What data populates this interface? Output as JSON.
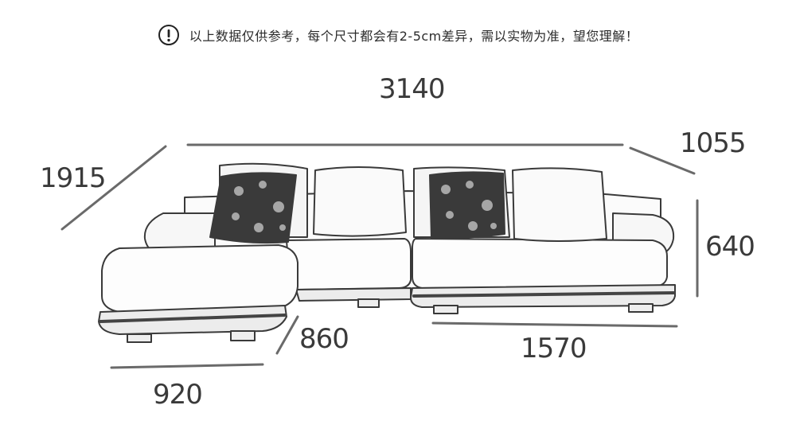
{
  "notice": {
    "icon": "exclamation-circle-icon",
    "text": "以上数据仅供参考，每个尺寸都会有2-5cm差异，需以实物为准，望您理解！"
  },
  "dimensions": {
    "total_length": "3140",
    "total_depth": "1055",
    "chaise_length": "1915",
    "height": "640",
    "chaise_depth": "860",
    "seat_length": "1570",
    "chaise_width": "920"
  },
  "colors": {
    "line": "#3a3a3a",
    "dim_line": "#6a6a6a",
    "pillow_pattern": "#2f2f2f",
    "background": "#ffffff"
  }
}
